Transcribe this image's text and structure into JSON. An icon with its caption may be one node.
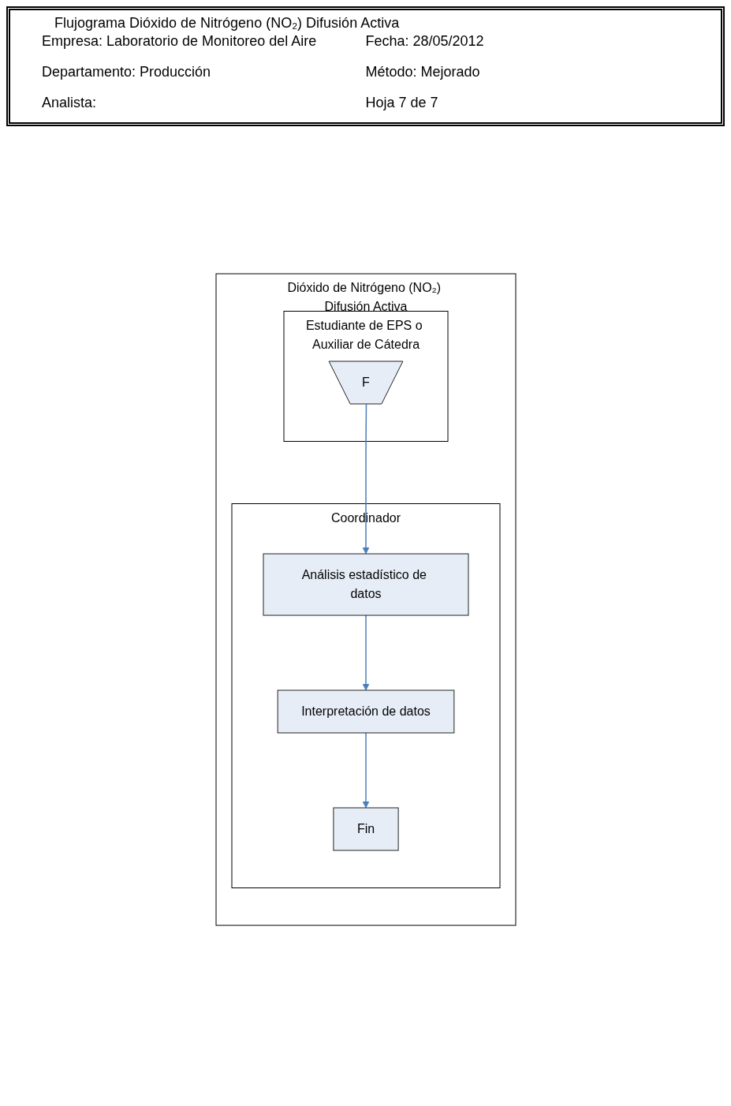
{
  "diagram": {
    "title": "Flujograma Dióxido de Nitrógeno (NO₂) Difusión Activa",
    "nodes": [
      {
        "text": [
          "Dióxido de Nitrógeno (NO₂) Difusión Activa"
        ]
      },
      {
        "text": [
          "Coordinador"
        ],
        "in": 0
      },
      {
        "text": [
          "Estudiante de EPS o Auxiliar de Cátedra"
        ],
        "in": 0
      },
      {
        "text": [
          "F"
        ],
        "in": 2
      },
      {
        "text": [
          "Análisis estadístico de datos"
        ],
        "in": 1
      },
      {
        "text": [
          "Interpretación de datos"
        ],
        "in": 1
      },
      {
        "text": [
          "Fin"
        ],
        "in": 1
      }
    ],
    "edges": [
      {
        "from": 3,
        "to": 4,
        "arrow": "to"
      },
      {
        "from": 4,
        "to": 5,
        "arrow": "to"
      },
      {
        "from": 5,
        "to": 6,
        "arrow": "to"
      }
    ],
    "labels": [
      "Empresa: Laboratorio de Monitoreo del Aire",
      "Fecha: 28/05/2012",
      "Departamento: Producción",
      "Método: Mejorado",
      "Analista:",
      "Hoja 7 de 7"
    ]
  }
}
